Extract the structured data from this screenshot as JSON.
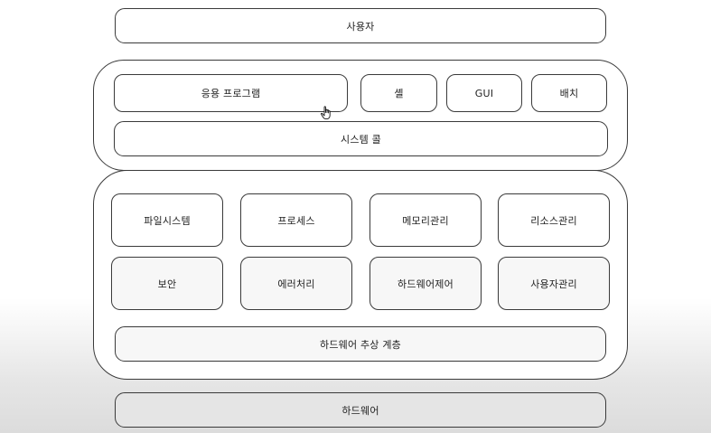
{
  "top": {
    "user": "사용자"
  },
  "application_layer": {
    "app_programs": "응용 프로그램",
    "shell": "셸",
    "gui": "GUI",
    "batch": "배치",
    "system_call": "시스템 콜"
  },
  "kernel_layer": {
    "row1": [
      "파일시스템",
      "프로세스",
      "메모리관리",
      "리소스관리"
    ],
    "row2": [
      "보안",
      "에러처리",
      "하드웨어제어",
      "사용자관리"
    ],
    "hal": "하드웨어 추상 계층"
  },
  "bottom": {
    "hardware": "하드웨어"
  },
  "cursor_icon": "hand-pointer-icon"
}
